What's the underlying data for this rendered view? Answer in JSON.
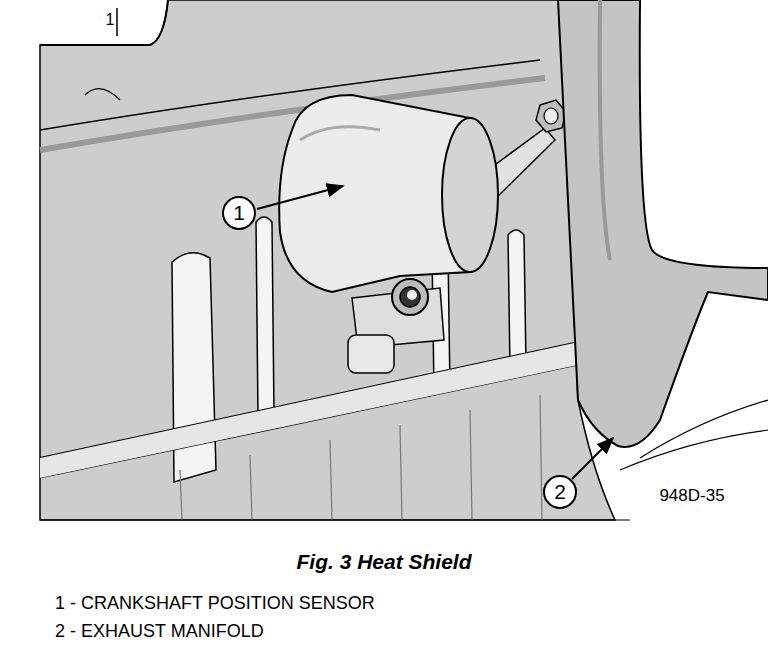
{
  "diagram": {
    "caption": "Fig. 3 Heat Shield",
    "labels": [
      "1",
      "1",
      "2",
      "948D-35",
      "1 - CRANKSHAFT POSITION SENSOR",
      "2 - EXHAUST MANIFOLD"
    ]
  }
}
